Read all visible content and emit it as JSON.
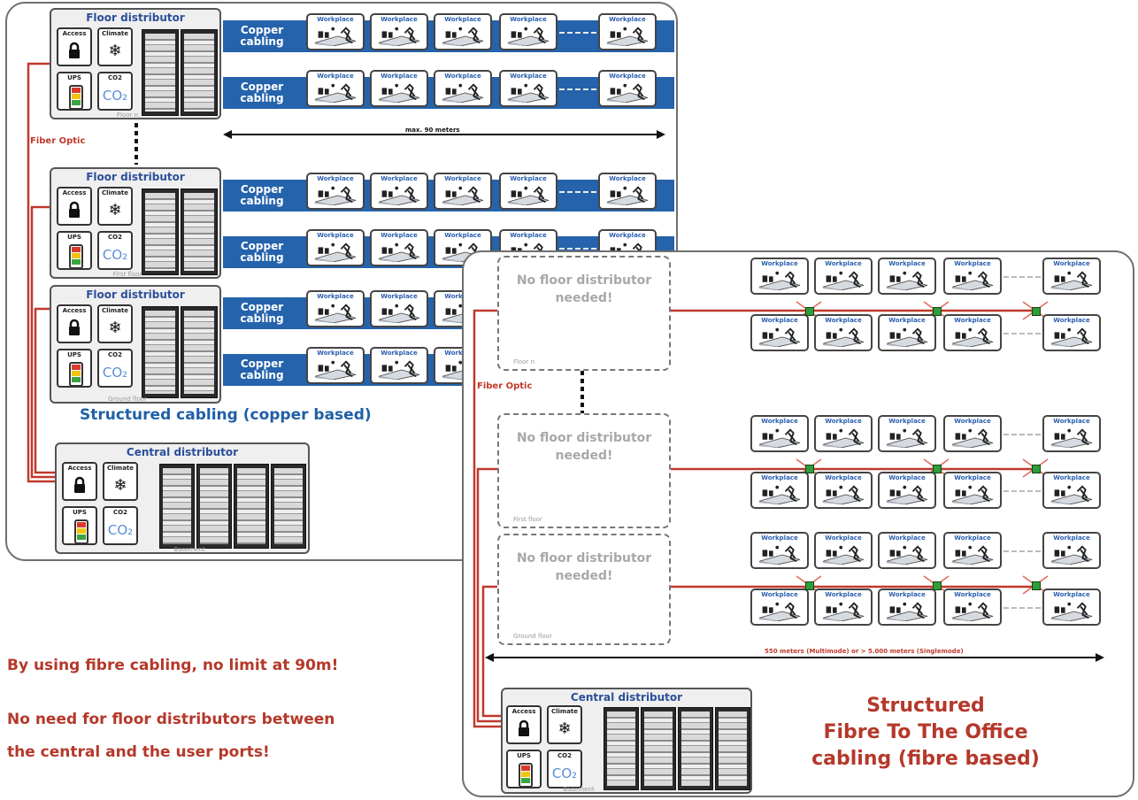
{
  "colors": {
    "copper": "#2563ac",
    "fiber": "#c0392b",
    "title_blue": "#2b4f9a",
    "caption_blue": "#1f5fa6",
    "caption_red": "#b5382a"
  },
  "icons": [
    "padlock-icon",
    "snowflake-icon",
    "battery-icon",
    "co2-icon",
    "rack-icon",
    "workplace-icon"
  ],
  "copper_diagram": {
    "floor_distributor_title": "Floor distributor",
    "central_distributor_title": "Central distributor",
    "copper_label": "Copper cabling",
    "workplace_label": "Workplace",
    "fiber_label": "Fiber Optic",
    "distance_label": "max. 90 meters",
    "info_labels": {
      "access": "Access",
      "climate": "Climate",
      "ups": "UPS",
      "co2": "CO2",
      "co2_glyph": "CO₂"
    },
    "floors": [
      "Floor n",
      "First floor",
      "Ground floor"
    ],
    "basement": "Basement",
    "caption": "Structured cabling (copper based)"
  },
  "fibre_diagram": {
    "no_distributor_text": "No floor distributor needed!",
    "fiber_label": "Fiber Optic",
    "floors": [
      "Floor n",
      "First floor",
      "Ground floor"
    ],
    "distance_label": "550 meters (Multimode) or > 5.000 meters (Singlemode)",
    "central_distributor_title": "Central distributor",
    "basement": "Basement",
    "caption_line1": "Structured",
    "caption_line2": "Fibre To The Office",
    "caption_line3": "cabling (fibre based)"
  },
  "notes": {
    "line1": "By using fibre cabling, no limit at 90m!",
    "line2": "No need for floor distributors between",
    "line3": "the central and the user ports!"
  }
}
